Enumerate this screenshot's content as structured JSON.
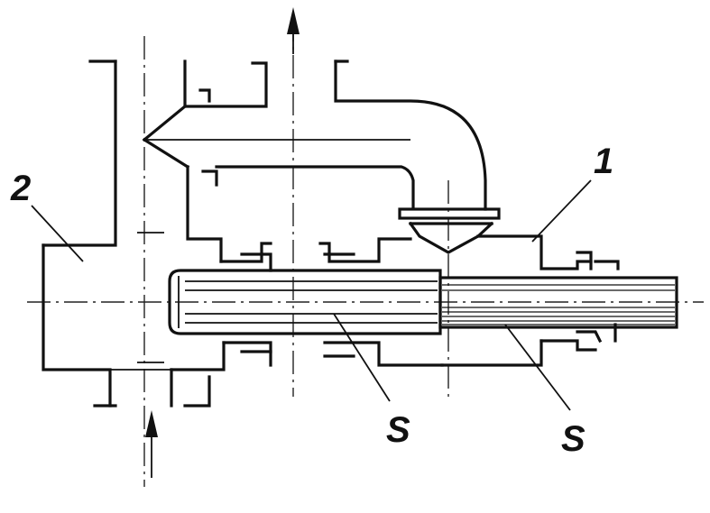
{
  "labels": {
    "part_1": "1",
    "part_2": "2",
    "seal_inner": "S",
    "seal_outer": "S"
  },
  "colors": {
    "line": "#111111",
    "background": "#ffffff"
  }
}
